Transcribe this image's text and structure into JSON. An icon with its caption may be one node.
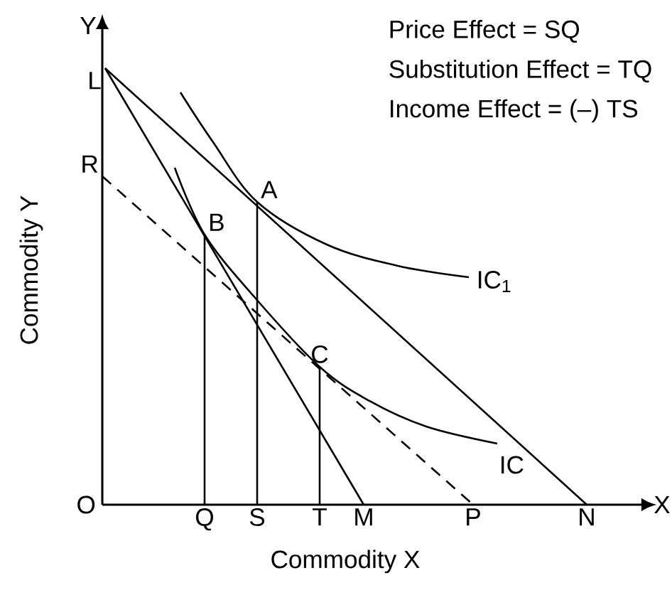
{
  "diagram": {
    "nodes": [
      {
        "text": [
          "L"
        ]
      },
      {
        "text": [
          "R"
        ]
      },
      {
        "text": [
          "A"
        ]
      },
      {
        "text": [
          "B"
        ]
      },
      {
        "text": [
          "C"
        ]
      },
      {
        "text": [
          "O"
        ]
      },
      {
        "text": [
          "Q"
        ]
      },
      {
        "text": [
          "S"
        ]
      },
      {
        "text": [
          "T"
        ]
      },
      {
        "text": [
          "M"
        ]
      },
      {
        "text": [
          "P"
        ]
      },
      {
        "text": [
          "N"
        ]
      }
    ],
    "edges": [
      {
        "from": 0,
        "to": 11,
        "arrow": "none"
      },
      {
        "from": 0,
        "to": 9,
        "arrow": "none"
      },
      {
        "from": 1,
        "to": 10,
        "arrow": "none",
        "style": "dashed"
      },
      {
        "from": 2,
        "to": 7,
        "arrow": "none"
      },
      {
        "from": 3,
        "to": 6,
        "arrow": "none"
      },
      {
        "from": 4,
        "to": 8,
        "arrow": "none"
      }
    ],
    "labels": [
      "Y",
      "Price Effect = SQ",
      "Substitution Effect = TQ",
      "Income Effect = (–) TS",
      "Commodity Y",
      "IC$_{1}$",
      "IC",
      "X",
      "Commodity X"
    ]
  }
}
